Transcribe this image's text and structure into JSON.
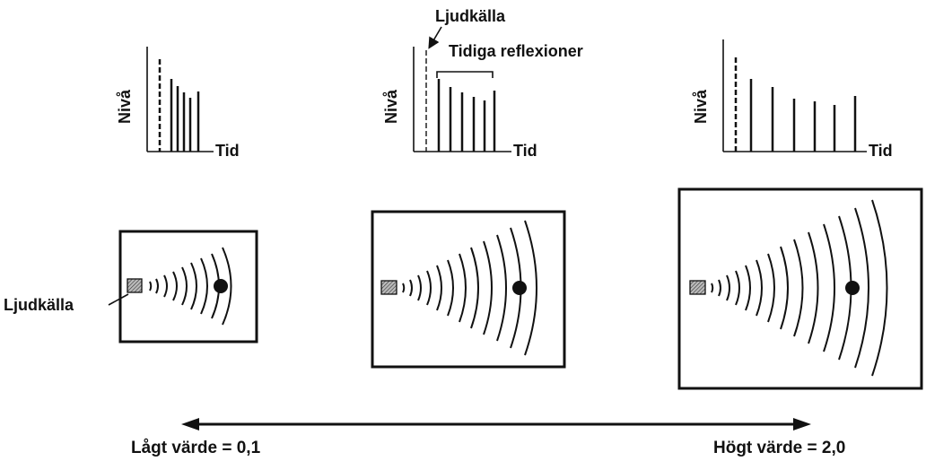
{
  "graphs": [
    {
      "ylabel": "Nivå",
      "xlabel": "Tid"
    },
    {
      "ylabel": "Nivå",
      "xlabel": "Tid",
      "source_label": "Ljudkälla",
      "early_reflections_label": "Tidiga reflexioner"
    },
    {
      "ylabel": "Nivå",
      "xlabel": "Tid"
    }
  ],
  "rooms": [
    {
      "source_label": "Ljudkälla"
    },
    {},
    {}
  ],
  "scale": {
    "low_label": "Lågt värde = 0,1",
    "high_label": "Högt värde = 2,0"
  },
  "colors": {
    "ink": "#111111",
    "source_fill": "#888888"
  }
}
